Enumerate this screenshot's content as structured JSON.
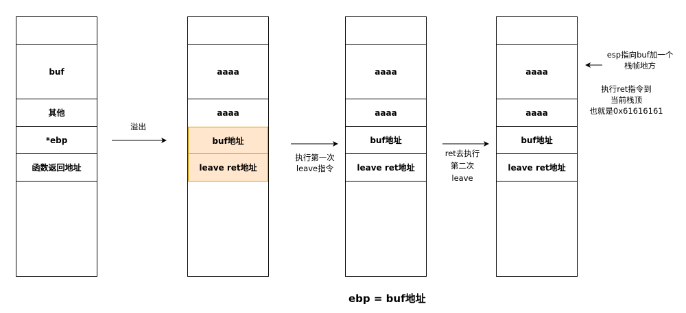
{
  "stacks": [
    {
      "cells": [
        "",
        "buf",
        "其他",
        "*ebp",
        "函数返回地址",
        ""
      ]
    },
    {
      "cells": [
        "",
        "aaaa",
        "aaaa",
        "buf地址",
        "leave ret地址",
        ""
      ]
    },
    {
      "cells": [
        "",
        "aaaa",
        "aaaa",
        "buf地址",
        "leave ret地址",
        ""
      ]
    },
    {
      "cells": [
        "",
        "aaaa",
        "aaaa",
        "buf地址",
        "leave ret地址",
        ""
      ]
    }
  ],
  "arrows": {
    "overflow": "溢出",
    "first_leave": [
      "执行第一次",
      "leave指令"
    ],
    "ret_second": [
      "ret去执行",
      "第二次",
      "leave"
    ]
  },
  "notes": {
    "esp": [
      "esp指向buf加一个",
      "栈帧地方"
    ],
    "ret": [
      "执行ret指令到",
      "当前栈顶",
      "也就是0x61616161"
    ]
  },
  "caption": "ebp = buf地址",
  "colors": {
    "highlight_fill": "#ffe6cc",
    "highlight_border": "#d79b00"
  }
}
